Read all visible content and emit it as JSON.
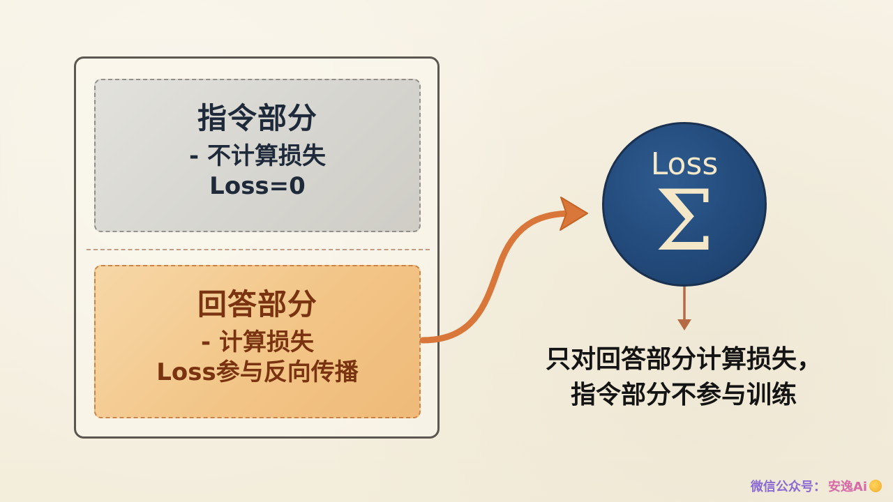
{
  "left_frame": {
    "instruction": {
      "title": "指令部分",
      "line1": "- 不计算损失",
      "line2": "Loss=0",
      "style": {
        "fill": "#d6d5cf",
        "text_color": "#1e2a3a",
        "border": "dashed-gray"
      }
    },
    "answer": {
      "title": "回答部分",
      "line1": "- 计算损失",
      "line2": "Loss参与反向传播",
      "style": {
        "fill": "#f2c587",
        "text_color": "#7a3310",
        "border": "dashed-orange"
      }
    }
  },
  "loss_node": {
    "label": "Loss",
    "symbol": "Σ",
    "fill": "#224a7a",
    "text_color": "#f4e8c9"
  },
  "caption": {
    "line1": "只对回答部分计算损失，",
    "line2": "指令部分不参与训练"
  },
  "watermark": {
    "prefix": "微信公众号：",
    "brand": "安逸Ai",
    "icon": "duck-icon"
  },
  "colors": {
    "background": "#f6f1e3",
    "arrow": "#d9773a",
    "frame": "#5b5650"
  }
}
